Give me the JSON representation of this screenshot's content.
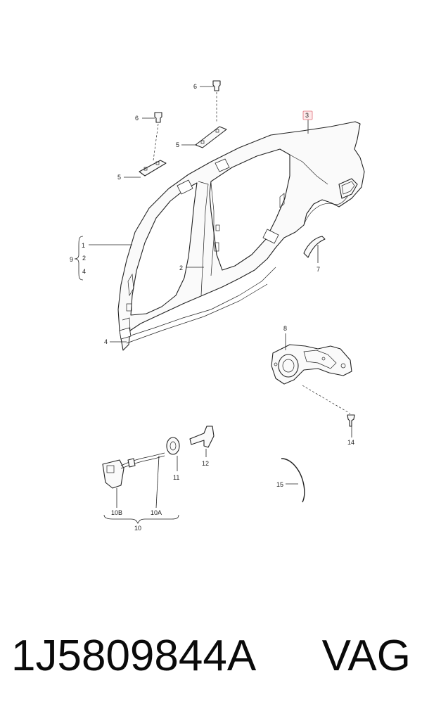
{
  "diagram": {
    "callouts": {
      "c1": "1",
      "c2a": "2",
      "c2b": "2",
      "c3": "3",
      "c4a": "4",
      "c4b": "4",
      "c5a": "5",
      "c5b": "5",
      "c6a": "6",
      "c6b": "6",
      "c7": "7",
      "c8": "8",
      "c9": "9",
      "c10": "10",
      "c10a": "10A",
      "c10b": "10B",
      "c11": "11",
      "c12": "12",
      "c14": "14",
      "c15": "15"
    }
  },
  "footer": {
    "part_number": "1J5809844A",
    "brand": "VAG"
  }
}
